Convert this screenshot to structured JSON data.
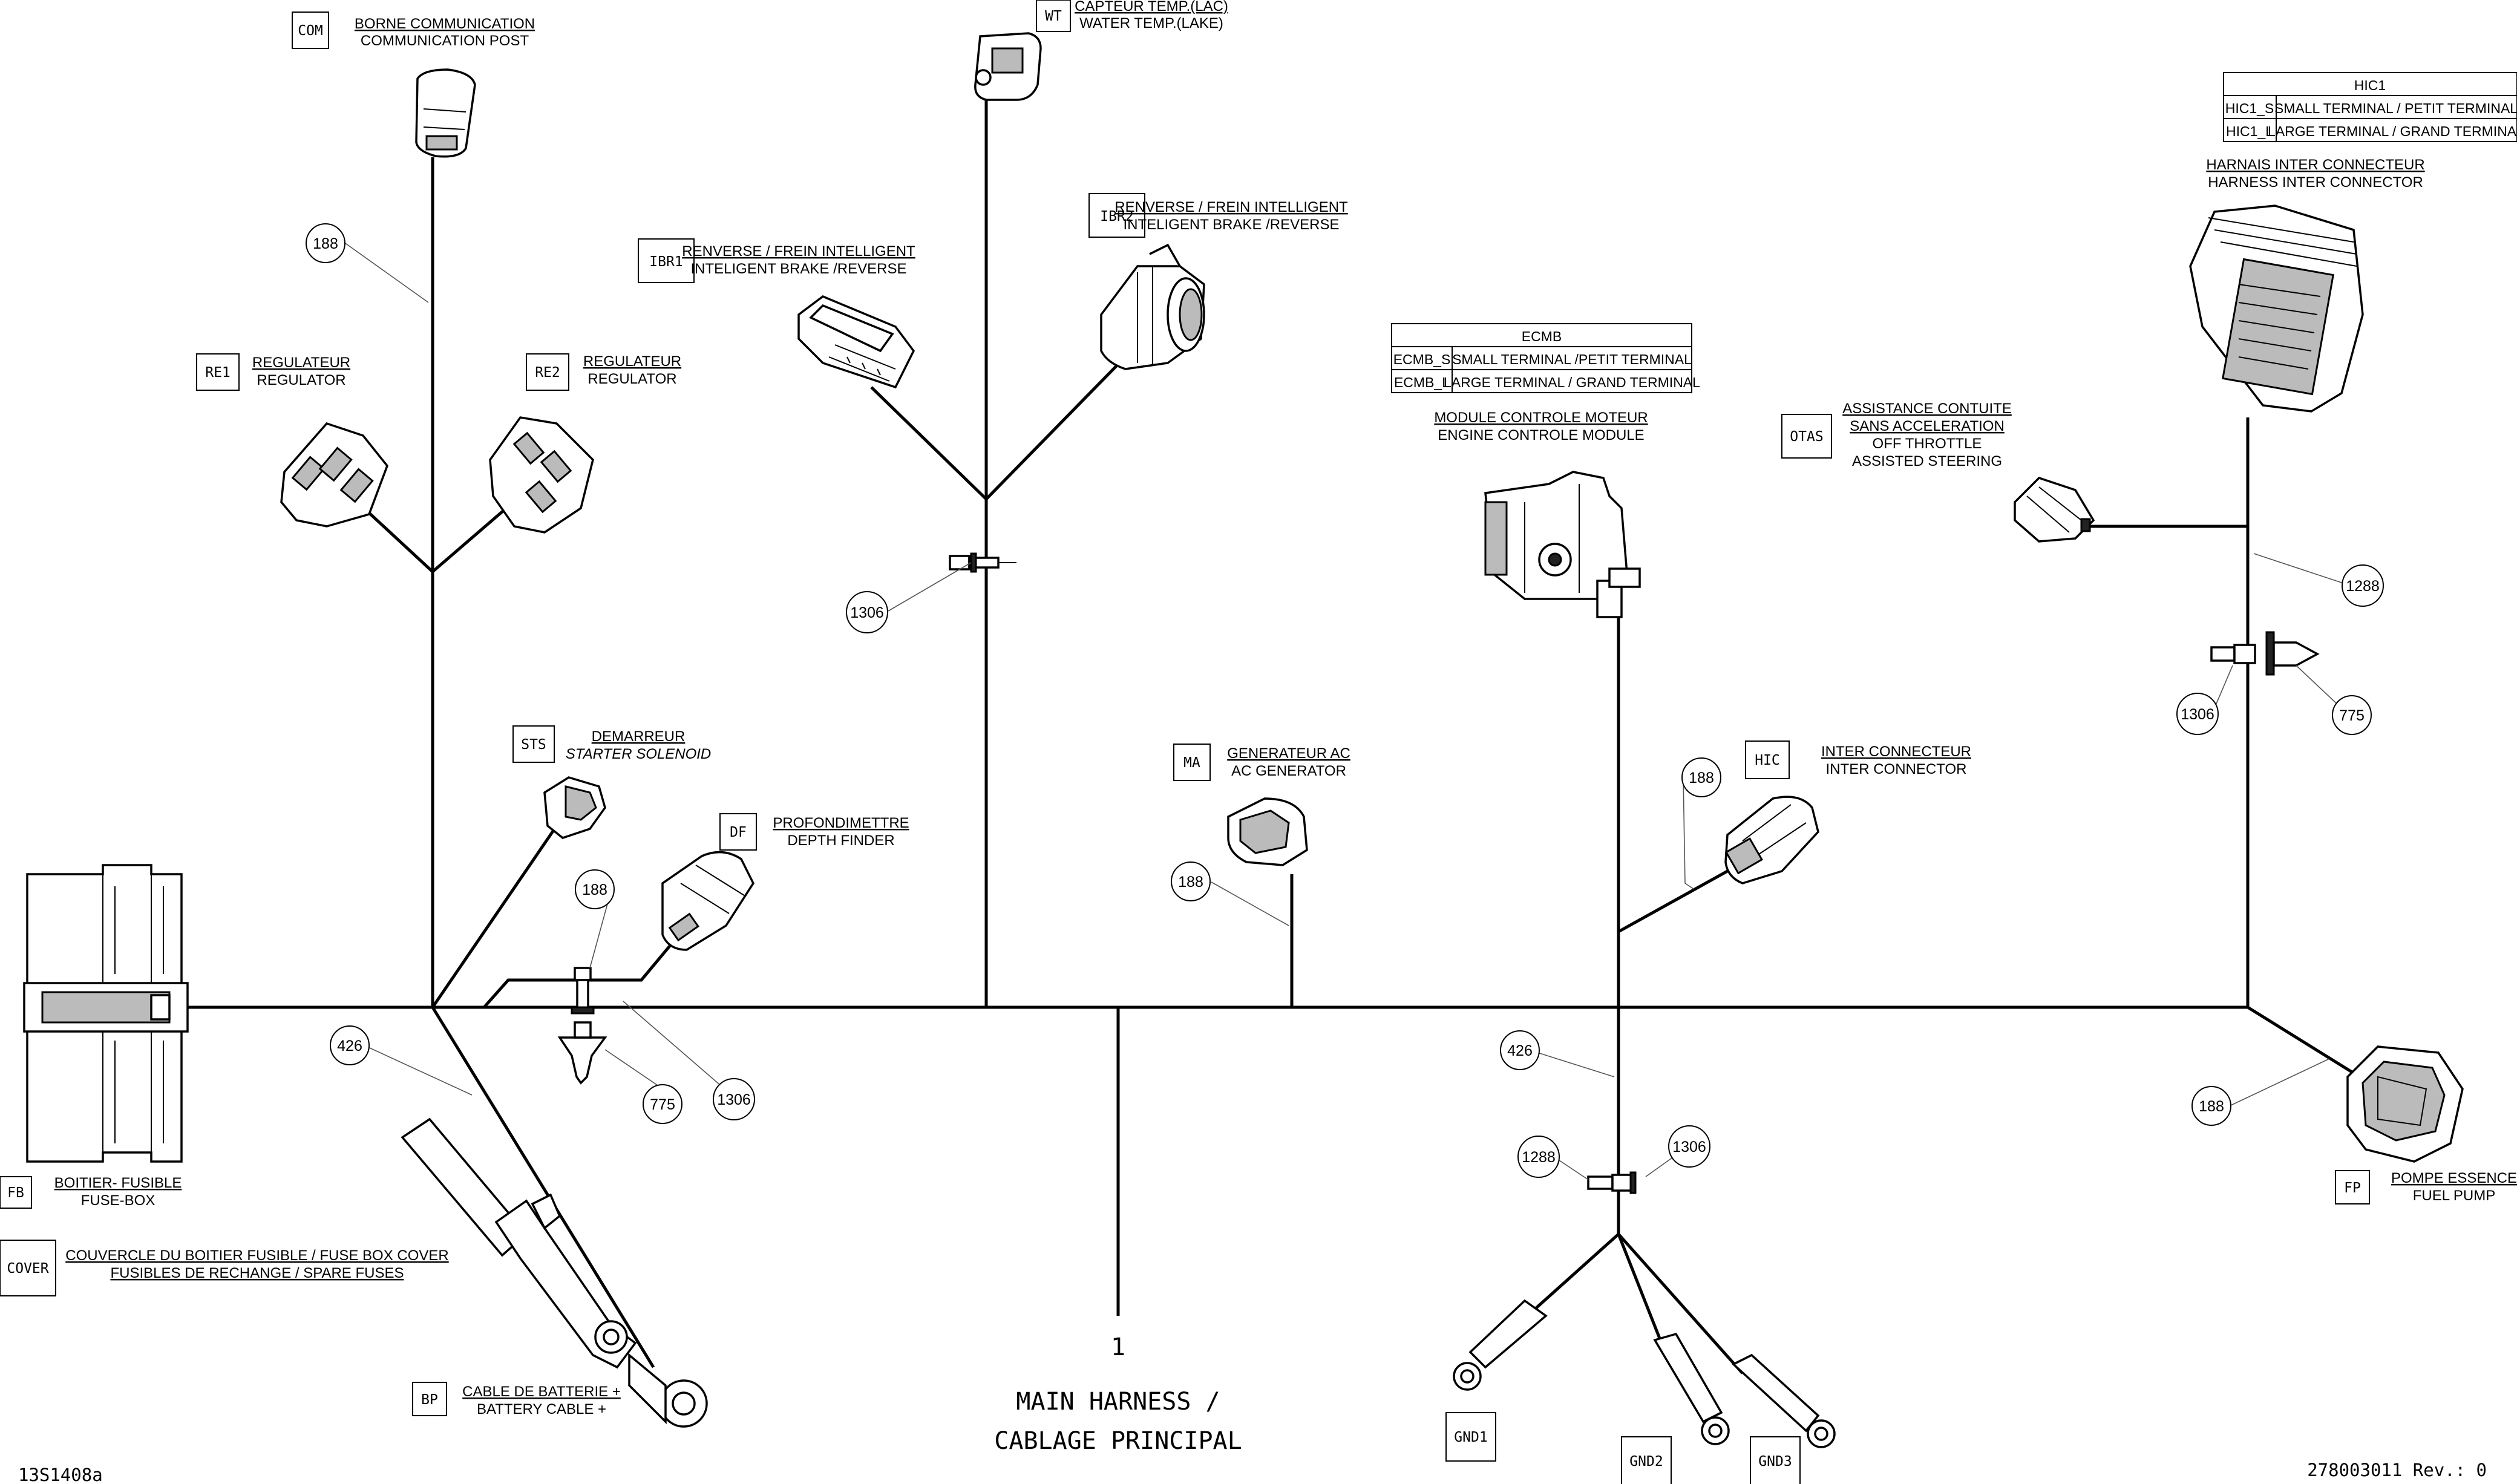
{
  "title": {
    "number": "1",
    "line1": "MAIN HARNESS /",
    "line2": "CABLAGE PRINCIPAL"
  },
  "drawing_id": "13S1408a",
  "part_number": "278003011 Rev.: 0",
  "connectors": {
    "com": {
      "code": "COM",
      "fr": "BORNE COMMUNICATION",
      "en": "COMMUNICATION POST"
    },
    "wt": {
      "code": "WT",
      "fr": "CAPTEUR TEMP.(LAC)",
      "en": "WATER TEMP.(LAKE)"
    },
    "ibr1": {
      "code": "IBR1",
      "fr": "RENVERSE / FREIN INTELLIGENT",
      "en": "INTELIGENT BRAKE /REVERSE"
    },
    "ibr2": {
      "code": "IBR2",
      "fr": "RENVERSE / FREIN INTELLIGENT",
      "en": "INTELIGENT BRAKE /REVERSE"
    },
    "re1": {
      "code": "RE1",
      "fr": "REGULATEUR",
      "en": "REGULATOR"
    },
    "re2": {
      "code": "RE2",
      "fr": "REGULATEUR",
      "en": "REGULATOR"
    },
    "sts": {
      "code": "STS",
      "fr": "DEMARREUR",
      "en": "STARTER SOLENOID"
    },
    "df": {
      "code": "DF",
      "fr": "PROFONDIMETTRE",
      "en": "DEPTH FINDER"
    },
    "ma": {
      "code": "MA",
      "fr": "GENERATEUR AC",
      "en": "AC GENERATOR"
    },
    "hic": {
      "code": "HIC",
      "fr": "INTER CONNECTEUR",
      "en": "INTER CONNECTOR"
    },
    "otas": {
      "code": "OTAS",
      "fr1": "ASSISTANCE CONTUITE",
      "fr2": "SANS ACCELERATION",
      "en1": "OFF THROTTLE",
      "en2": "ASSISTED STEERING"
    },
    "ecm": {
      "fr": "MODULE CONTROLE MOTEUR",
      "en": "ENGINE CONTROLE MODULE"
    },
    "hic_harness": {
      "fr": "HARNAIS INTER CONNECTEUR",
      "en": "HARNESS INTER CONNECTOR"
    },
    "fb": {
      "code": "FB",
      "fr": "BOITIER- FUSIBLE",
      "en": "FUSE-BOX"
    },
    "cover": {
      "code": "COVER",
      "line1": "COUVERCLE DU BOITIER FUSIBLE / FUSE BOX COVER",
      "line2": "FUSIBLES DE RECHANGE / SPARE FUSES"
    },
    "bp": {
      "code": "BP",
      "fr": "CABLE DE BATTERIE +",
      "en": "BATTERY CABLE +"
    },
    "fp": {
      "code": "FP",
      "fr": "POMPE ESSENCE",
      "en": "FUEL PUMP"
    },
    "gnd1": {
      "code": "GND1"
    },
    "gnd2": {
      "code": "GND2"
    },
    "gnd3": {
      "code": "GND3"
    }
  },
  "tables": {
    "ecmb": {
      "header": "ECMB",
      "rows": [
        {
          "code": "ECMB_S",
          "desc": "SMALL TERMINAL /PETIT TERMINAL"
        },
        {
          "code": "ECMB_L",
          "desc": "LARGE TERMINAL / GRAND TERMINAL"
        }
      ]
    },
    "hic1": {
      "header": "HIC1",
      "rows": [
        {
          "code": "HIC1_S",
          "desc": "SMALL TERMINAL / PETIT TERMINAL"
        },
        {
          "code": "HIC1_L",
          "desc": "LARGE TERMINAL / GRAND TERMINAL"
        }
      ]
    }
  },
  "callouts": {
    "c188_com": "188",
    "c1306_wt": "1306",
    "c188_df": "188",
    "c775_df": "775",
    "c1306_df": "1306",
    "c426_left": "426",
    "c188_ma": "188",
    "c188_hic": "188",
    "c426_right": "426",
    "c1288_gnd": "1288",
    "c1306_gnd": "1306",
    "c1288_right": "1288",
    "c1306_right": "1306",
    "c775_right": "775",
    "c188_fp": "188"
  }
}
